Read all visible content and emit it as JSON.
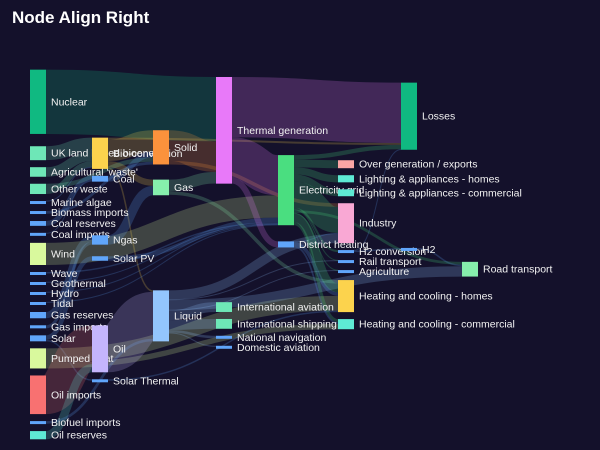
{
  "chart_data": {
    "type": "sankey",
    "title": "Node Align Right",
    "node_align": "right",
    "nodes": [
      {
        "name": "Nuclear",
        "color": "#10b981"
      },
      {
        "name": "UK land based bioenergy",
        "color": "#6ee7b7"
      },
      {
        "name": "Agricultural 'waste'",
        "color": "#6ee7b7"
      },
      {
        "name": "Other waste",
        "color": "#6ee7b7"
      },
      {
        "name": "Marine algae",
        "color": "#60a5fa"
      },
      {
        "name": "Coal reserves",
        "color": "#60a5fa"
      },
      {
        "name": "Biomass imports",
        "color": "#60a5fa"
      },
      {
        "name": "Coal imports",
        "color": "#60a5fa"
      },
      {
        "name": "Gas reserves",
        "color": "#60a5fa"
      },
      {
        "name": "Gas imports",
        "color": "#60a5fa"
      },
      {
        "name": "Wind",
        "color": "#d9f99d"
      },
      {
        "name": "Wave",
        "color": "#60a5fa"
      },
      {
        "name": "Geothermal",
        "color": "#60a5fa"
      },
      {
        "name": "Hydro",
        "color": "#60a5fa"
      },
      {
        "name": "Tidal",
        "color": "#60a5fa"
      },
      {
        "name": "Solar",
        "color": "#60a5fa"
      },
      {
        "name": "Pumped heat",
        "color": "#d9f99d"
      },
      {
        "name": "Oil imports",
        "color": "#f87171"
      },
      {
        "name": "Oil reserves",
        "color": "#5eead4"
      },
      {
        "name": "Biofuel imports",
        "color": "#60a5fa"
      },
      {
        "name": "Bio-conversion",
        "color": "#fcd34d"
      },
      {
        "name": "Coal",
        "color": "#60a5fa"
      },
      {
        "name": "Ngas",
        "color": "#60a5fa"
      },
      {
        "name": "Solar PV",
        "color": "#60a5fa"
      },
      {
        "name": "Solar Thermal",
        "color": "#60a5fa"
      },
      {
        "name": "Oil",
        "color": "#c4b5fd"
      },
      {
        "name": "Solid",
        "color": "#fb923c"
      },
      {
        "name": "Gas",
        "color": "#86efac"
      },
      {
        "name": "Liquid",
        "color": "#93c5fd"
      },
      {
        "name": "Thermal generation",
        "color": "#e879f9"
      },
      {
        "name": "Electricity grid",
        "color": "#4ade80"
      },
      {
        "name": "District heating",
        "color": "#60a5fa"
      },
      {
        "name": "International aviation",
        "color": "#6ee7b7"
      },
      {
        "name": "International shipping",
        "color": "#6ee7b7"
      },
      {
        "name": "National navigation",
        "color": "#60a5fa"
      },
      {
        "name": "Domestic aviation",
        "color": "#60a5fa"
      },
      {
        "name": "Losses",
        "color": "#10b981"
      },
      {
        "name": "Over generation / exports",
        "color": "#fca5a5"
      },
      {
        "name": "Lighting & appliances - homes",
        "color": "#5eead4"
      },
      {
        "name": "Lighting & appliances - commercial",
        "color": "#5eead4"
      },
      {
        "name": "Industry",
        "color": "#f9a8d4"
      },
      {
        "name": "H2 conversion",
        "color": "#60a5fa"
      },
      {
        "name": "Heating and cooling - homes",
        "color": "#fcd34d"
      },
      {
        "name": "Heating and cooling - commercial",
        "color": "#5eead4"
      },
      {
        "name": "Agriculture",
        "color": "#60a5fa"
      },
      {
        "name": "Rail transport",
        "color": "#60a5fa"
      },
      {
        "name": "H2",
        "color": "#60a5fa"
      },
      {
        "name": "Road transport",
        "color": "#86efac"
      }
    ],
    "links": [
      {
        "source": "Nuclear",
        "target": "Thermal generation",
        "value": 839
      },
      {
        "source": "UK land based bioenergy",
        "target": "Bio-conversion",
        "value": 182
      },
      {
        "source": "Agricultural 'waste'",
        "target": "Bio-conversion",
        "value": 125
      },
      {
        "source": "Other waste",
        "target": "Bio-conversion",
        "value": 77
      },
      {
        "source": "Other waste",
        "target": "Solid",
        "value": 57
      },
      {
        "source": "Marine algae",
        "target": "Bio-conversion",
        "value": 4
      },
      {
        "source": "Coal reserves",
        "target": "Coal",
        "value": 63
      },
      {
        "source": "Biomass imports",
        "target": "Solid",
        "value": 35
      },
      {
        "source": "Coal imports",
        "target": "Coal",
        "value": 11
      },
      {
        "source": "Gas reserves",
        "target": "Ngas",
        "value": 82
      },
      {
        "source": "Gas imports",
        "target": "Ngas",
        "value": 40
      },
      {
        "source": "Wind",
        "target": "Electricity grid",
        "value": 289
      },
      {
        "source": "Wave",
        "target": "Electricity grid",
        "value": 19
      },
      {
        "source": "Geothermal",
        "target": "Electricity grid",
        "value": 7
      },
      {
        "source": "Hydro",
        "target": "Electricity grid",
        "value": 6
      },
      {
        "source": "Tidal",
        "target": "Electricity grid",
        "value": 9
      },
      {
        "source": "Solar",
        "target": "Solar PV",
        "value": 59
      },
      {
        "source": "Solar",
        "target": "Solar Thermal",
        "value": 19
      },
      {
        "source": "Pumped heat",
        "target": "Heating and cooling - homes",
        "value": 193
      },
      {
        "source": "Pumped heat",
        "target": "Heating and cooling - commercial",
        "value": 70
      },
      {
        "source": "Oil imports",
        "target": "Oil",
        "value": 504
      },
      {
        "source": "Oil reserves",
        "target": "Oil",
        "value": 107
      },
      {
        "source": "Biofuel imports",
        "target": "Liquid",
        "value": 35
      },
      {
        "source": "Bio-conversion",
        "target": "Solid",
        "value": 280
      },
      {
        "source": "Bio-conversion",
        "target": "Gas",
        "value": 82
      },
      {
        "source": "Bio-conversion",
        "target": "Liquid",
        "value": 20
      },
      {
        "source": "Bio-conversion",
        "target": "Losses",
        "value": 26
      },
      {
        "source": "Coal",
        "target": "Solid",
        "value": 75
      },
      {
        "source": "Ngas",
        "target": "Gas",
        "value": 122
      },
      {
        "source": "Solar PV",
        "target": "Electricity grid",
        "value": 59
      },
      {
        "source": "Solar Thermal",
        "target": "Heating and cooling - homes",
        "value": 19
      },
      {
        "source": "Oil",
        "target": "Liquid",
        "value": 611
      },
      {
        "source": "Solid",
        "target": "Thermal generation",
        "value": 400
      },
      {
        "source": "Solid",
        "target": "Industry",
        "value": 47
      },
      {
        "source": "Gas",
        "target": "Thermal generation",
        "value": 151
      },
      {
        "source": "Gas",
        "target": "Heating and cooling - homes",
        "value": 46
      },
      {
        "source": "Liquid",
        "target": "International aviation",
        "value": 128
      },
      {
        "source": "Liquid",
        "target": "International shipping",
        "value": 128
      },
      {
        "source": "Liquid",
        "target": "National navigation",
        "value": 33
      },
      {
        "source": "Liquid",
        "target": "Domestic aviation",
        "value": 14
      },
      {
        "source": "Liquid",
        "target": "Road transport",
        "value": 135
      },
      {
        "source": "Liquid",
        "target": "Industry",
        "value": 121
      },
      {
        "source": "Liquid",
        "target": "Agriculture",
        "value": 3
      },
      {
        "source": "Liquid",
        "target": "Rail transport",
        "value": 2
      },
      {
        "source": "Thermal generation",
        "target": "Electricity grid",
        "value": 526
      },
      {
        "source": "Thermal generation",
        "target": "Losses",
        "value": 787
      },
      {
        "source": "Thermal generation",
        "target": "District heating",
        "value": 79
      },
      {
        "source": "District heating",
        "target": "Industry",
        "value": 10
      },
      {
        "source": "District heating",
        "target": "Heating and cooling - homes",
        "value": 47
      },
      {
        "source": "District heating",
        "target": "Heating and cooling - commercial",
        "value": 22
      },
      {
        "source": "Electricity grid",
        "target": "Over generation / exports",
        "value": 104
      },
      {
        "source": "Electricity grid",
        "target": "Lighting & appliances - homes",
        "value": 93
      },
      {
        "source": "Electricity grid",
        "target": "Lighting & appliances - commercial",
        "value": 90
      },
      {
        "source": "Electricity grid",
        "target": "Industry",
        "value": 342
      },
      {
        "source": "Electricity grid",
        "target": "Heating and cooling - homes",
        "value": 113
      },
      {
        "source": "Electricity grid",
        "target": "Heating and cooling - commercial",
        "value": 40
      },
      {
        "source": "Electricity grid",
        "target": "H2 conversion",
        "value": 27
      },
      {
        "source": "Electricity grid",
        "target": "Road transport",
        "value": 37
      },
      {
        "source": "Electricity grid",
        "target": "Agriculture",
        "value": 4
      },
      {
        "source": "Electricity grid",
        "target": "Rail transport",
        "value": 7
      },
      {
        "source": "Electricity grid",
        "target": "Losses",
        "value": 56
      },
      {
        "source": "H2 conversion",
        "target": "H2",
        "value": 20
      },
      {
        "source": "H2 conversion",
        "target": "Losses",
        "value": 7
      },
      {
        "source": "H2",
        "target": "Road transport",
        "value": 20
      }
    ]
  }
}
